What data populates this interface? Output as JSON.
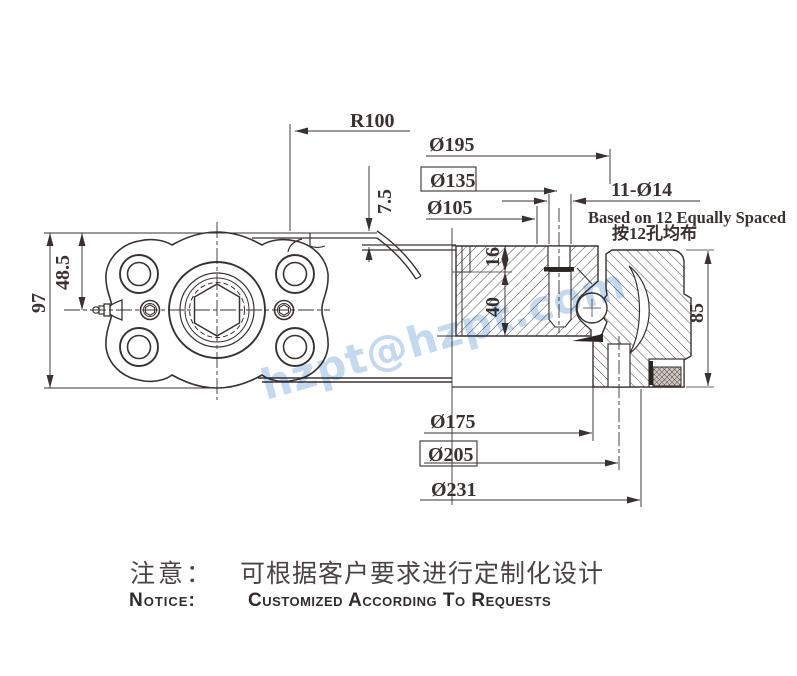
{
  "drawing": {
    "dims": {
      "r100": "R100",
      "t75": "7.5",
      "d195": "Ø195",
      "d135": "Ø135",
      "d105": "Ø105",
      "holes": "11-Ø14",
      "note_en": "Based on 12 Equally Spaced",
      "note_cn": "按12孔均布",
      "h16": "16",
      "h40": "40",
      "v85": "85",
      "v485": "48.5",
      "v97": "97",
      "d175": "Ø175",
      "d205": "Ø205",
      "d231": "Ø231"
    },
    "watermark": "hzpt@hzpt.com",
    "notice": {
      "cn_label": "注意：",
      "cn_text": "可根据客户要求进行定制化设计",
      "en_label": "Notice:",
      "en_text": "Customized According To Requests"
    },
    "colors": {
      "line": "#3a3231",
      "watermark": "#b9d2ec",
      "paper": "#ffffff"
    }
  }
}
